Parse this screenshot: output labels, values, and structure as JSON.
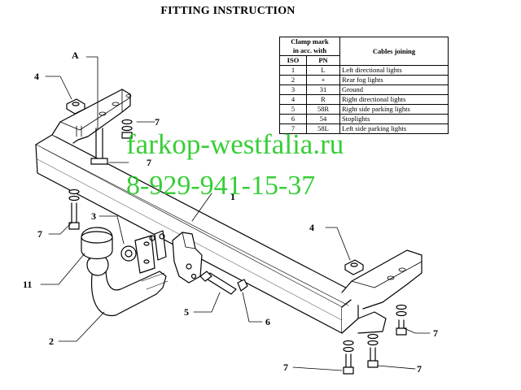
{
  "title": "FITTING INSTRUCTION",
  "table": {
    "header_group": "Clamp mark in acc. with",
    "header_group_line1": "Clamp mark",
    "header_group_line2": "in acc. with",
    "header_cables": "Cables joining",
    "col_iso": "ISO",
    "col_pn": "PN",
    "rows": [
      {
        "iso": "1",
        "pn": "L",
        "cable": "Left directional lights"
      },
      {
        "iso": "2",
        "pn": "+",
        "cable": "Rear fog lights"
      },
      {
        "iso": "3",
        "pn": "31",
        "cable": "Ground"
      },
      {
        "iso": "4",
        "pn": "R",
        "cable": "Right directional lights"
      },
      {
        "iso": "5",
        "pn": "58R",
        "cable": "Right side parking lights"
      },
      {
        "iso": "6",
        "pn": "54",
        "cable": "Stoplights"
      },
      {
        "iso": "7",
        "pn": "58L",
        "cable": "Left side parking lights"
      }
    ]
  },
  "watermark": {
    "line1": "farkop-westfalia.ru",
    "line2": "8-929-941-15-37",
    "color": "#1cc81c"
  },
  "callouts": {
    "A": "A",
    "n1": "1",
    "n2": "2",
    "n3": "3",
    "n4_left": "4",
    "n4_right": "4",
    "n5": "5",
    "n6": "6",
    "n7_top": "7",
    "n7_left": "7",
    "n7_right1": "7",
    "n7_right2": "7",
    "n7_bottom": "7",
    "n11": "11"
  }
}
